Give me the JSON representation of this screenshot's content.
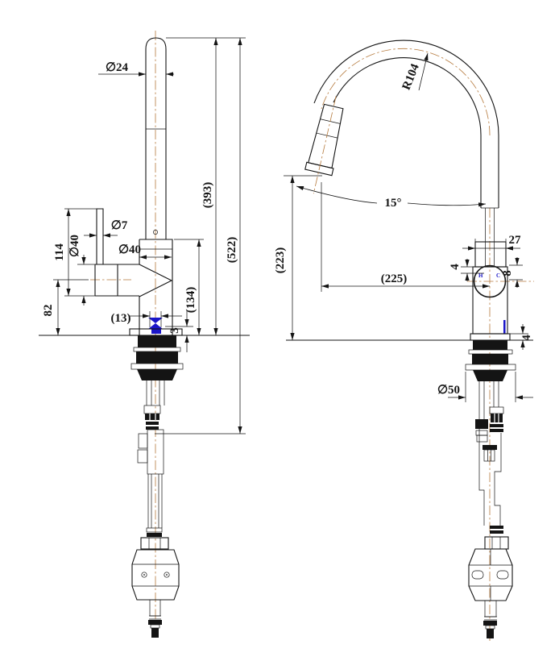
{
  "drawing": {
    "type": "technical-drawing",
    "subject": "pull-out kitchen mixer tap - two orthographic dimensioned views",
    "colors": {
      "line": "#141414",
      "centerline": "#b5793c",
      "accent_blue": "#1a16c8",
      "background": "#ffffff"
    },
    "front": {
      "name": "front-view",
      "dims": {
        "dia24": "∅24",
        "spout_height": "(393)",
        "total_height": "(522)",
        "body_height": "(134)",
        "handle_height": "114",
        "handle_dia": "∅40",
        "lever_dia": "∅7",
        "body_dia": "∅40",
        "handle_center": "82",
        "outlet_width": "(13)",
        "plate_thickness": "3"
      }
    },
    "side": {
      "name": "side-view",
      "dims": {
        "bend_radius": "R104",
        "spray_angle": "15°",
        "neck_width": "27",
        "collar_gap": "4",
        "hub_offset": "8",
        "reach": "(225)",
        "outlet_height": "(223)",
        "base_dia": "∅50",
        "plate_thickness": "4"
      },
      "markers": {
        "hot": "H",
        "cold": "C"
      }
    }
  }
}
